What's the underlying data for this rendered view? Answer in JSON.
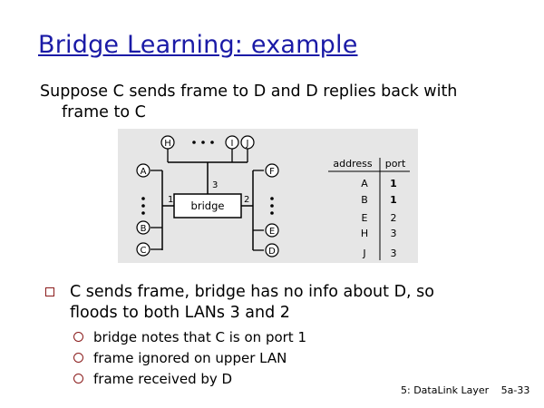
{
  "title": "Bridge Learning: example",
  "intro": {
    "line1": "Suppose C sends frame to D and D replies back with",
    "line2": "frame to C"
  },
  "diagram": {
    "bridge_label": "bridge",
    "nodes_top": [
      "H",
      "I",
      "J"
    ],
    "nodes_left": [
      "A",
      "B",
      "C"
    ],
    "nodes_right": [
      "F",
      "E",
      "D"
    ],
    "port_labels": {
      "top": "3",
      "left": "1",
      "right": "2"
    },
    "table": {
      "headers": [
        "address",
        "port"
      ],
      "rows": [
        [
          "A",
          "1"
        ],
        [
          "B",
          "1"
        ],
        [
          "E",
          "2"
        ],
        [
          "H",
          "3"
        ],
        [
          "J",
          "3"
        ]
      ]
    }
  },
  "bullet": {
    "line1": "C sends frame, bridge has no info about D, so",
    "line2": "floods to both LANs 3 and 2"
  },
  "sub_bullets": [
    "bridge notes that C is on port 1",
    "frame ignored on upper LAN",
    "frame received by D"
  ],
  "footer": {
    "chapter": "5: DataLink Layer",
    "page": "5a-33"
  },
  "colors": {
    "title": "#1a1aa6",
    "bullet_marker": "#8a1a1a",
    "figure_bg": "#e6e6e6"
  }
}
